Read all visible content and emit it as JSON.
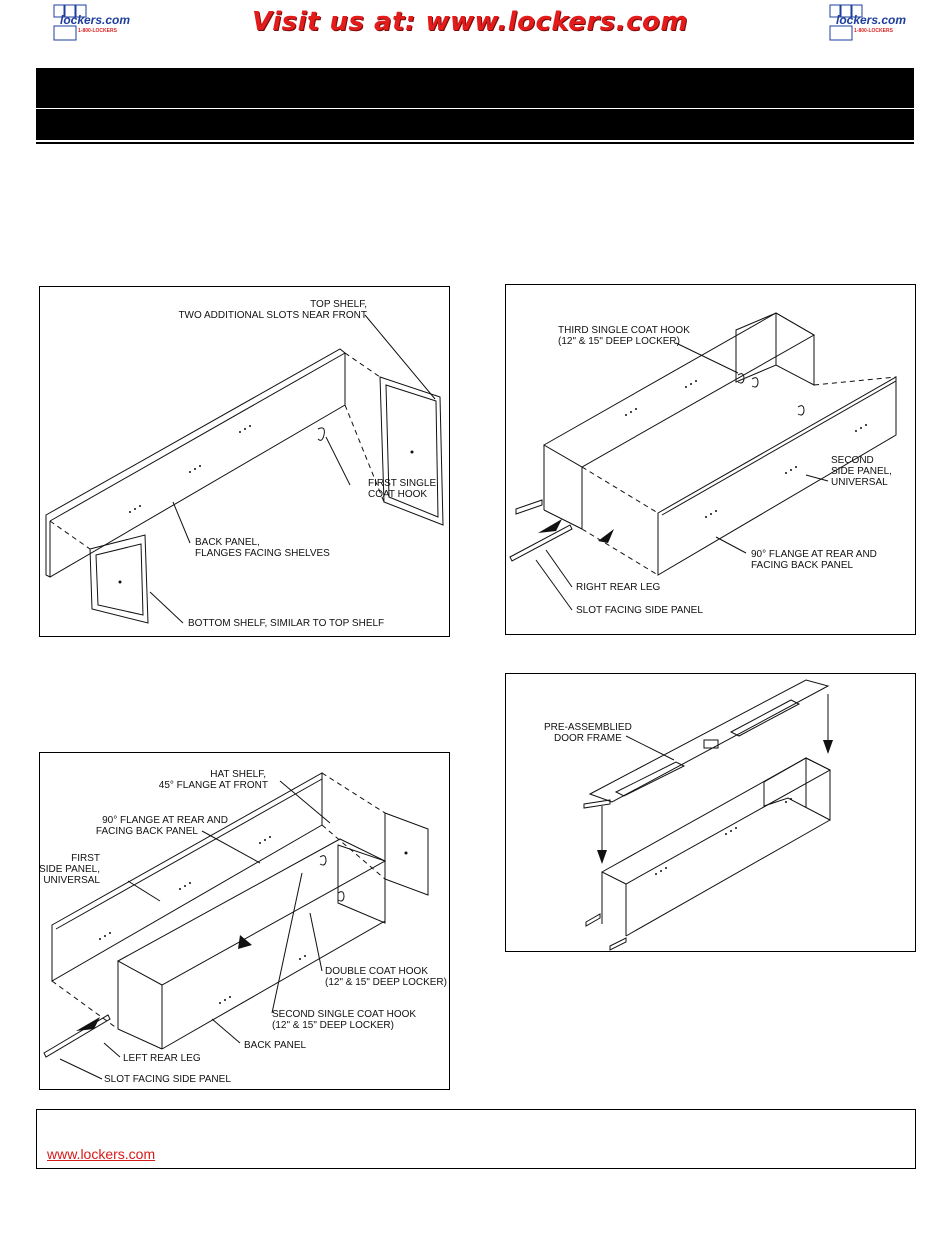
{
  "header": {
    "banner": "Visit us at: www.lockers.com",
    "logo_brand": "lockers.com",
    "logo_sub": "1-800-LOCKERS"
  },
  "figure1": {
    "labels": {
      "top_shelf_1": "TOP SHELF,",
      "top_shelf_2": "TWO ADDITIONAL SLOTS NEAR FRONT",
      "first_hook_1": "FIRST SINGLE",
      "first_hook_2": "COAT HOOK",
      "back_panel_1": "BACK PANEL,",
      "back_panel_2": "FLANGES FACING SHELVES",
      "bottom_shelf": "BOTTOM SHELF, SIMILAR TO TOP SHELF"
    }
  },
  "figure2": {
    "labels": {
      "third_hook_1": "THIRD SINGLE COAT HOOK",
      "third_hook_2": "(12\" & 15\" DEEP LOCKER)",
      "second_side_1": "SECOND",
      "second_side_2": "SIDE PANEL,",
      "second_side_3": "UNIVERSAL",
      "flange_1": "90° FLANGE AT REAR AND",
      "flange_2": "FACING BACK PANEL",
      "right_leg": "RIGHT REAR LEG",
      "slot": "SLOT FACING SIDE PANEL"
    }
  },
  "figure3": {
    "labels": {
      "frame_1": "PRE-ASSEMBLIED",
      "frame_2": "DOOR FRAME"
    }
  },
  "figure4": {
    "labels": {
      "hat_1": "HAT SHELF,",
      "hat_2": "45° FLANGE AT FRONT",
      "flange_1": "90° FLANGE AT REAR AND",
      "flange_2": "FACING BACK PANEL",
      "first_side_1": "FIRST",
      "first_side_2": "SIDE PANEL,",
      "first_side_3": "UNIVERSAL",
      "double_hook_1": "DOUBLE COAT HOOK",
      "double_hook_2": "(12\" & 15\" DEEP LOCKER)",
      "second_hook_1": "SECOND SINGLE COAT HOOK",
      "second_hook_2": "(12\" & 15\" DEEP LOCKER)",
      "back_panel": "BACK PANEL",
      "left_leg": "LEFT REAR LEG",
      "slot": "SLOT FACING SIDE PANEL"
    }
  },
  "footer": {
    "link": "www.lockers.com"
  }
}
